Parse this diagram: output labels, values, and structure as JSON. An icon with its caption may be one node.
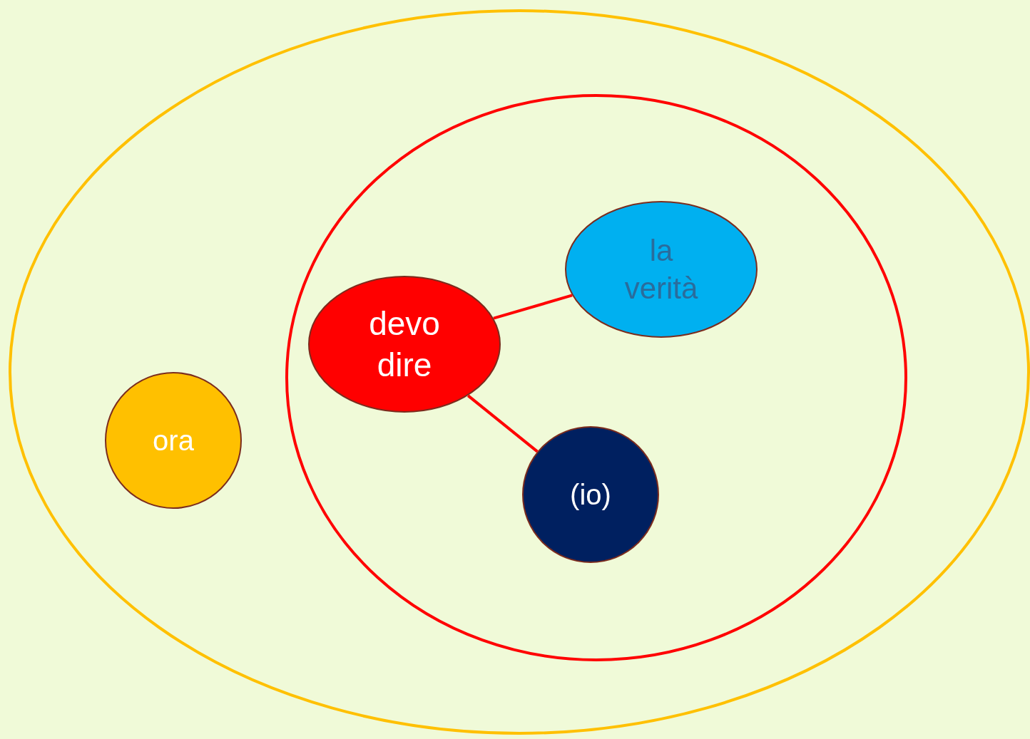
{
  "diagram": {
    "nodes": [
      {
        "text": [],
        "shape": "ellipse"
      },
      {
        "text": [],
        "shape": "ellipse",
        "in": 0
      },
      {
        "text": [
          "ora"
        ],
        "in": 0
      },
      {
        "text": [
          "devo dire"
        ],
        "in": 1
      },
      {
        "text": [
          "la verità"
        ],
        "in": 1
      },
      {
        "text": [
          "(io)"
        ],
        "in": 1
      }
    ],
    "edges": [
      {
        "from": 3,
        "to": 4,
        "arrow": "none"
      },
      {
        "from": 3,
        "to": 5,
        "arrow": "none"
      }
    ]
  }
}
